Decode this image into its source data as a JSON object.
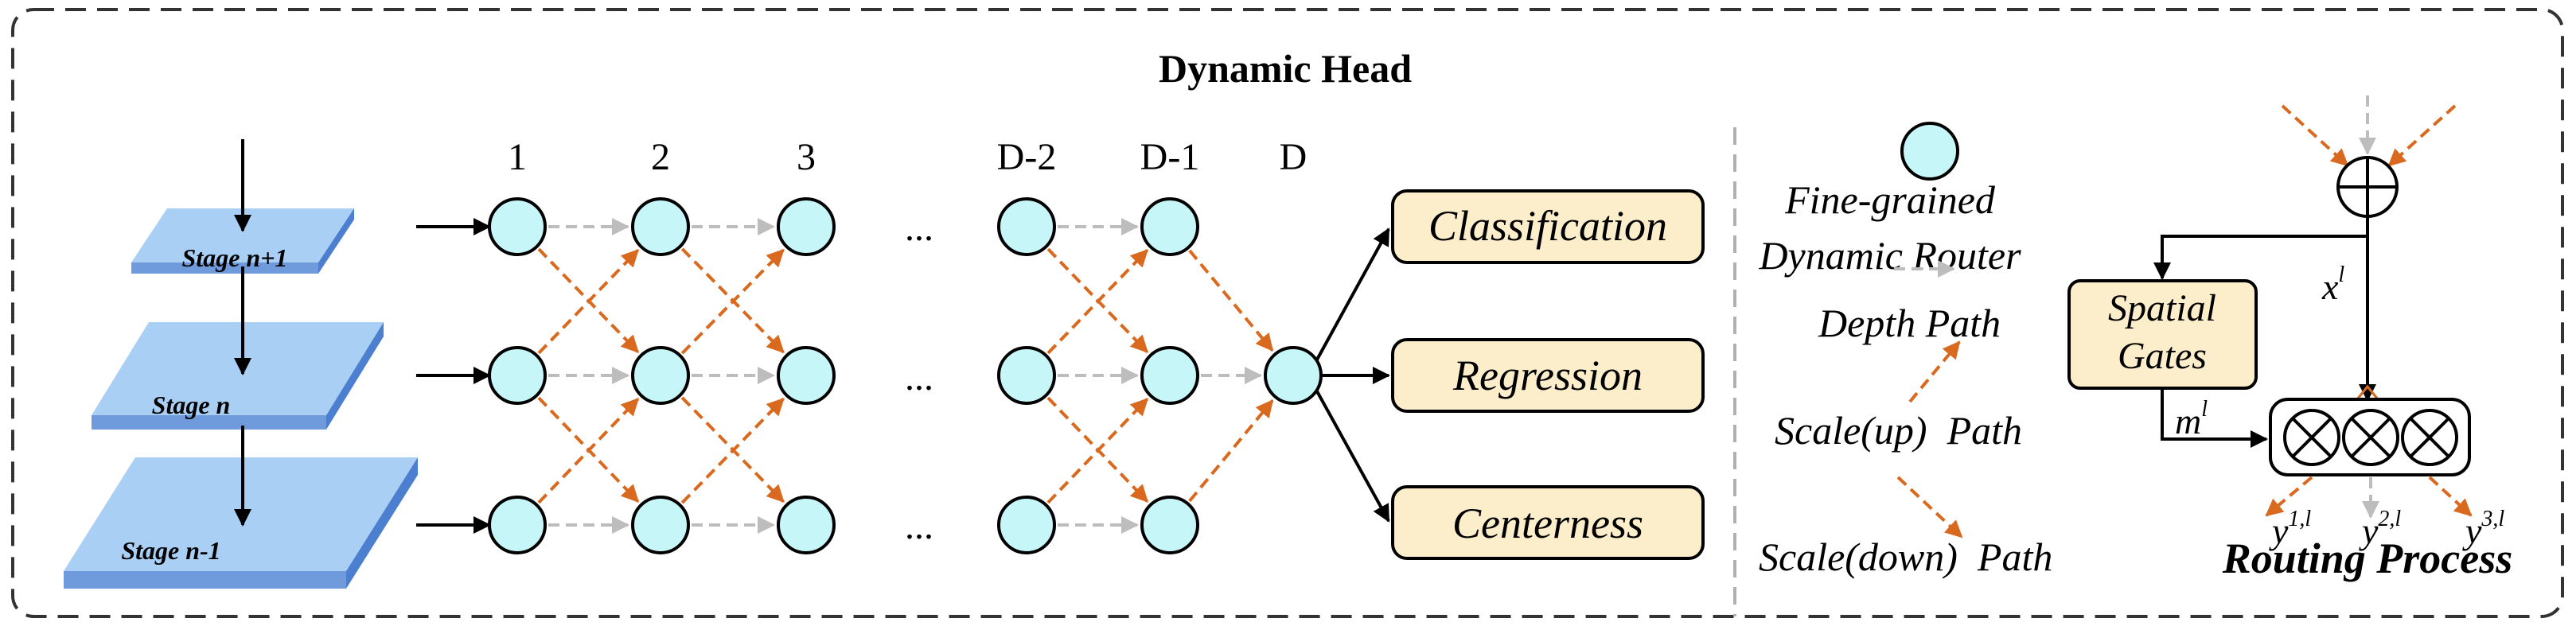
{
  "title": "Dynamic Head",
  "stages": [
    "Stage n+1",
    "Stage n",
    "Stage n-1"
  ],
  "columns": [
    "1",
    "2",
    "3",
    "D-2",
    "D-1",
    "D"
  ],
  "ellipsis": "...",
  "outputs": [
    "Classification",
    "Regression",
    "Centerness"
  ],
  "legend": {
    "router_line1": "Fine-grained",
    "router_line2": "Dynamic Router",
    "depth": "Depth Path",
    "scale_up": "Scale(up)  Path",
    "scale_down": "Scale(down)  Path"
  },
  "routing": {
    "gates_line1": "Spatial",
    "gates_line2": "Gates",
    "x_base": "x",
    "x_sup": "l",
    "m_base": "m",
    "m_sup": "l",
    "outputs": [
      {
        "base": "y",
        "sup": "1,l"
      },
      {
        "base": "y",
        "sup": "2,l"
      },
      {
        "base": "y",
        "sup": "3,l"
      }
    ],
    "caption": "Routing Process"
  },
  "colors": {
    "node_fill": "#c6f6f8",
    "node_stroke": "#000000",
    "depth_arrow": "#bdbdbd",
    "scale_arrow": "#d9691e",
    "output_box_fill": "#fdeecb",
    "stage_top": "#a9cff5",
    "stage_side": "#4d7fd0",
    "border": "#333333",
    "divider": "#b0b0b0"
  }
}
